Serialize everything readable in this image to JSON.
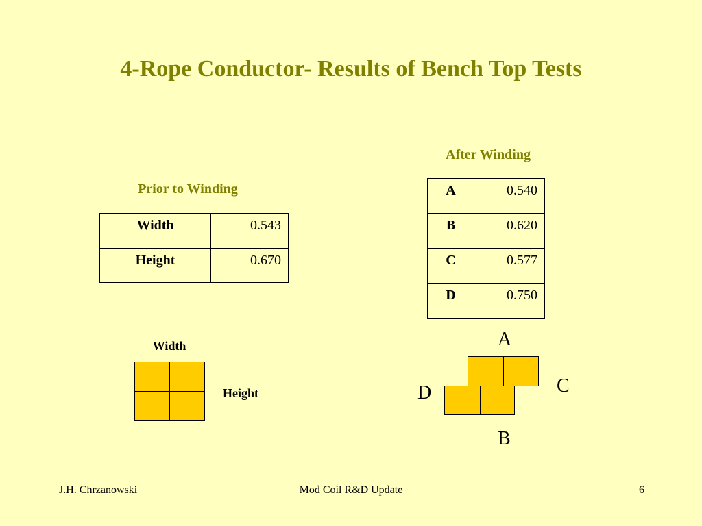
{
  "slide": {
    "title": "4-Rope Conductor- Results of Bench Top Tests"
  },
  "prior": {
    "caption": "Prior to Winding",
    "rows": [
      {
        "label": "Width",
        "value": "0.543"
      },
      {
        "label": "Height",
        "value": "0.670"
      }
    ]
  },
  "after": {
    "caption": "After Winding",
    "rows": [
      {
        "label": "A",
        "value": "0.540"
      },
      {
        "label": "B",
        "value": "0.620"
      },
      {
        "label": "C",
        "value": "0.577"
      },
      {
        "label": "D",
        "value": "0.750"
      }
    ]
  },
  "diagram_left": {
    "width_label": "Width",
    "height_label": "Height",
    "fill_color": "#FFCC00"
  },
  "diagram_right": {
    "label_a": "A",
    "label_b": "B",
    "label_c": "C",
    "label_d": "D"
  },
  "footer": {
    "author": "J.H. Chrzanowski",
    "center": "Mod Coil R&D Update",
    "page": "6"
  },
  "colors": {
    "background": "#FFFFC0",
    "accent": "#808000"
  }
}
